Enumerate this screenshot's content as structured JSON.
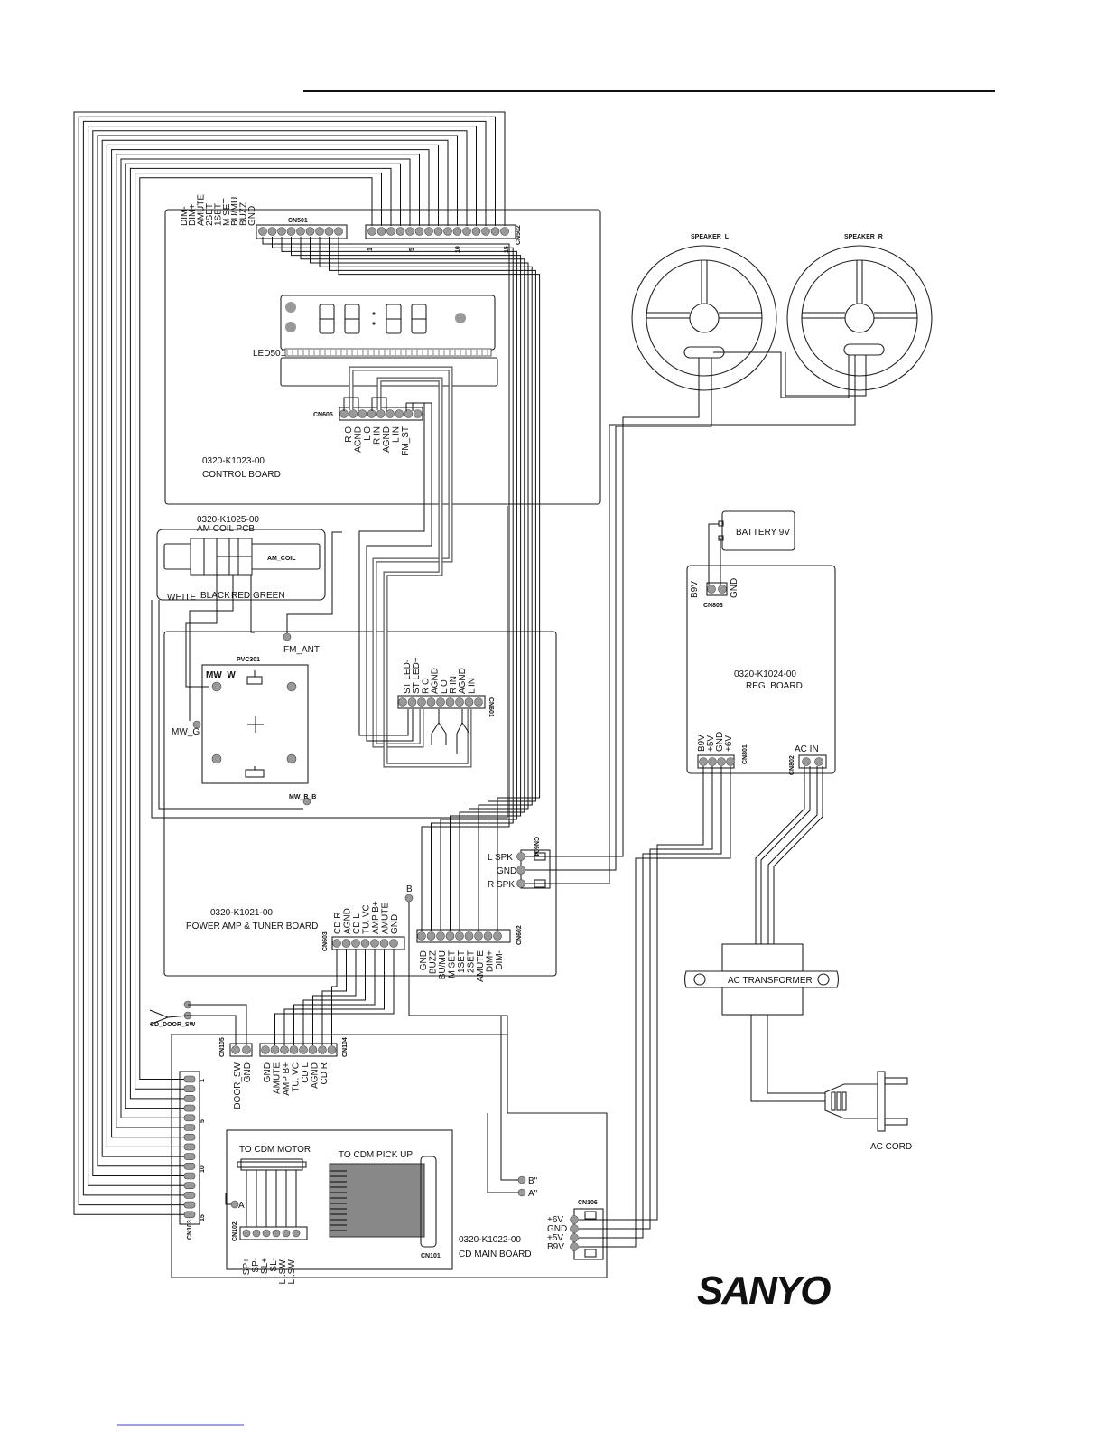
{
  "boards": {
    "control": {
      "part": "0320-K1023-00",
      "name": "CONTROL BOARD"
    },
    "am_coil": {
      "part": "0320-K1025-00",
      "name": "AM COIL PCB",
      "coil": "AM_COIL"
    },
    "power_amp": {
      "part": "0320-K1021-00",
      "name": "POWER AMP & TUNER BOARD"
    },
    "reg": {
      "part": "0320-K1024-00",
      "name": "REG. BOARD"
    },
    "cd_main": {
      "part": "0320-K1022-00",
      "name": "CD MAIN BOARD"
    }
  },
  "connectors": {
    "cn501": {
      "id": "CN501",
      "pins": [
        "GND",
        "BUZZ",
        "BU/MU",
        "M SET",
        "1SET",
        "2SET",
        "AMUTE",
        "DIM+",
        "DIM-"
      ]
    },
    "cn502": {
      "id": "CN502",
      "marks": [
        "1",
        "5",
        "10",
        "15"
      ]
    },
    "cn605": {
      "id": "CN605",
      "pins": [
        "R O",
        "AGND",
        "L O",
        "R IN",
        "AGND",
        "L IN",
        "FM_ST"
      ]
    },
    "cn601": {
      "id": "CN601",
      "pins": [
        "ST LED-",
        "ST LED+",
        "R O",
        "AGND",
        "L O",
        "R IN",
        "AGND",
        "L IN"
      ]
    },
    "cn603": {
      "id": "CN603",
      "pins": [
        "CD R",
        "AGND",
        "CD L",
        "TU. VC",
        "AMP B+",
        "AMUTE",
        "GND"
      ]
    },
    "cn602": {
      "id": "CN602",
      "pins": [
        "GND",
        "BUZZ",
        "BU/MU",
        "M SET",
        "1SET",
        "2SET",
        "AMUTE",
        "DIM+",
        "DIM-"
      ]
    },
    "cn604": {
      "id": "CN604",
      "pins": [
        "L SPK",
        "GND",
        "R SPK"
      ]
    },
    "cn803": {
      "id": "CN803",
      "pins": [
        "B9V",
        "GND"
      ]
    },
    "cn801": {
      "id": "CN801",
      "pins": [
        "B9V",
        "+5V",
        "GND",
        "+6V"
      ]
    },
    "cn802": {
      "id": "CN802",
      "label": "AC IN"
    },
    "cn105": {
      "id": "CN105",
      "pins": [
        "DOOR_SW",
        "GND"
      ]
    },
    "cn104": {
      "id": "CN104",
      "pins": [
        "GND",
        "AMUTE",
        "AMP B+",
        "TU. VC",
        "CD L",
        "AGND",
        "CD R"
      ]
    },
    "cn103": {
      "id": "CN103",
      "marks": [
        "1",
        "5",
        "10",
        "15"
      ]
    },
    "cn102": {
      "id": "CN102",
      "pins": [
        "SP+",
        "SP-",
        "SL+",
        "SL-",
        "LI.SW.",
        "LI.SW."
      ]
    },
    "cn101": {
      "id": "CN101"
    },
    "cn106": {
      "id": "CN106",
      "pins": [
        "+6V",
        "GND",
        "+5V",
        "B9V"
      ]
    }
  },
  "labels": {
    "led501": "LED501",
    "pvc301": "PVC301",
    "mw_w": "MW_W",
    "mw_g": "MW_G",
    "mw_r_b": "MW_R_B",
    "fm_ant": "FM_ANT",
    "wire_colors": [
      "WHITE",
      "BLACK",
      "RED",
      "GREEN"
    ],
    "speaker_l": "SPEAKER_L",
    "speaker_r": "SPEAKER_R",
    "battery": "BATTERY 9V",
    "transformer": "AC TRANSFORMER",
    "ac_cord": "AC CORD",
    "cd_door_sw": "CD_DOOR_SW",
    "to_cdm_motor": "TO CDM MOTOR",
    "to_cdm_pickup": "TO CDM PICK UP",
    "point_b": "B",
    "point_b2": "B\"",
    "point_a": "A",
    "point_a2": "A\""
  },
  "brand": "SANYO"
}
